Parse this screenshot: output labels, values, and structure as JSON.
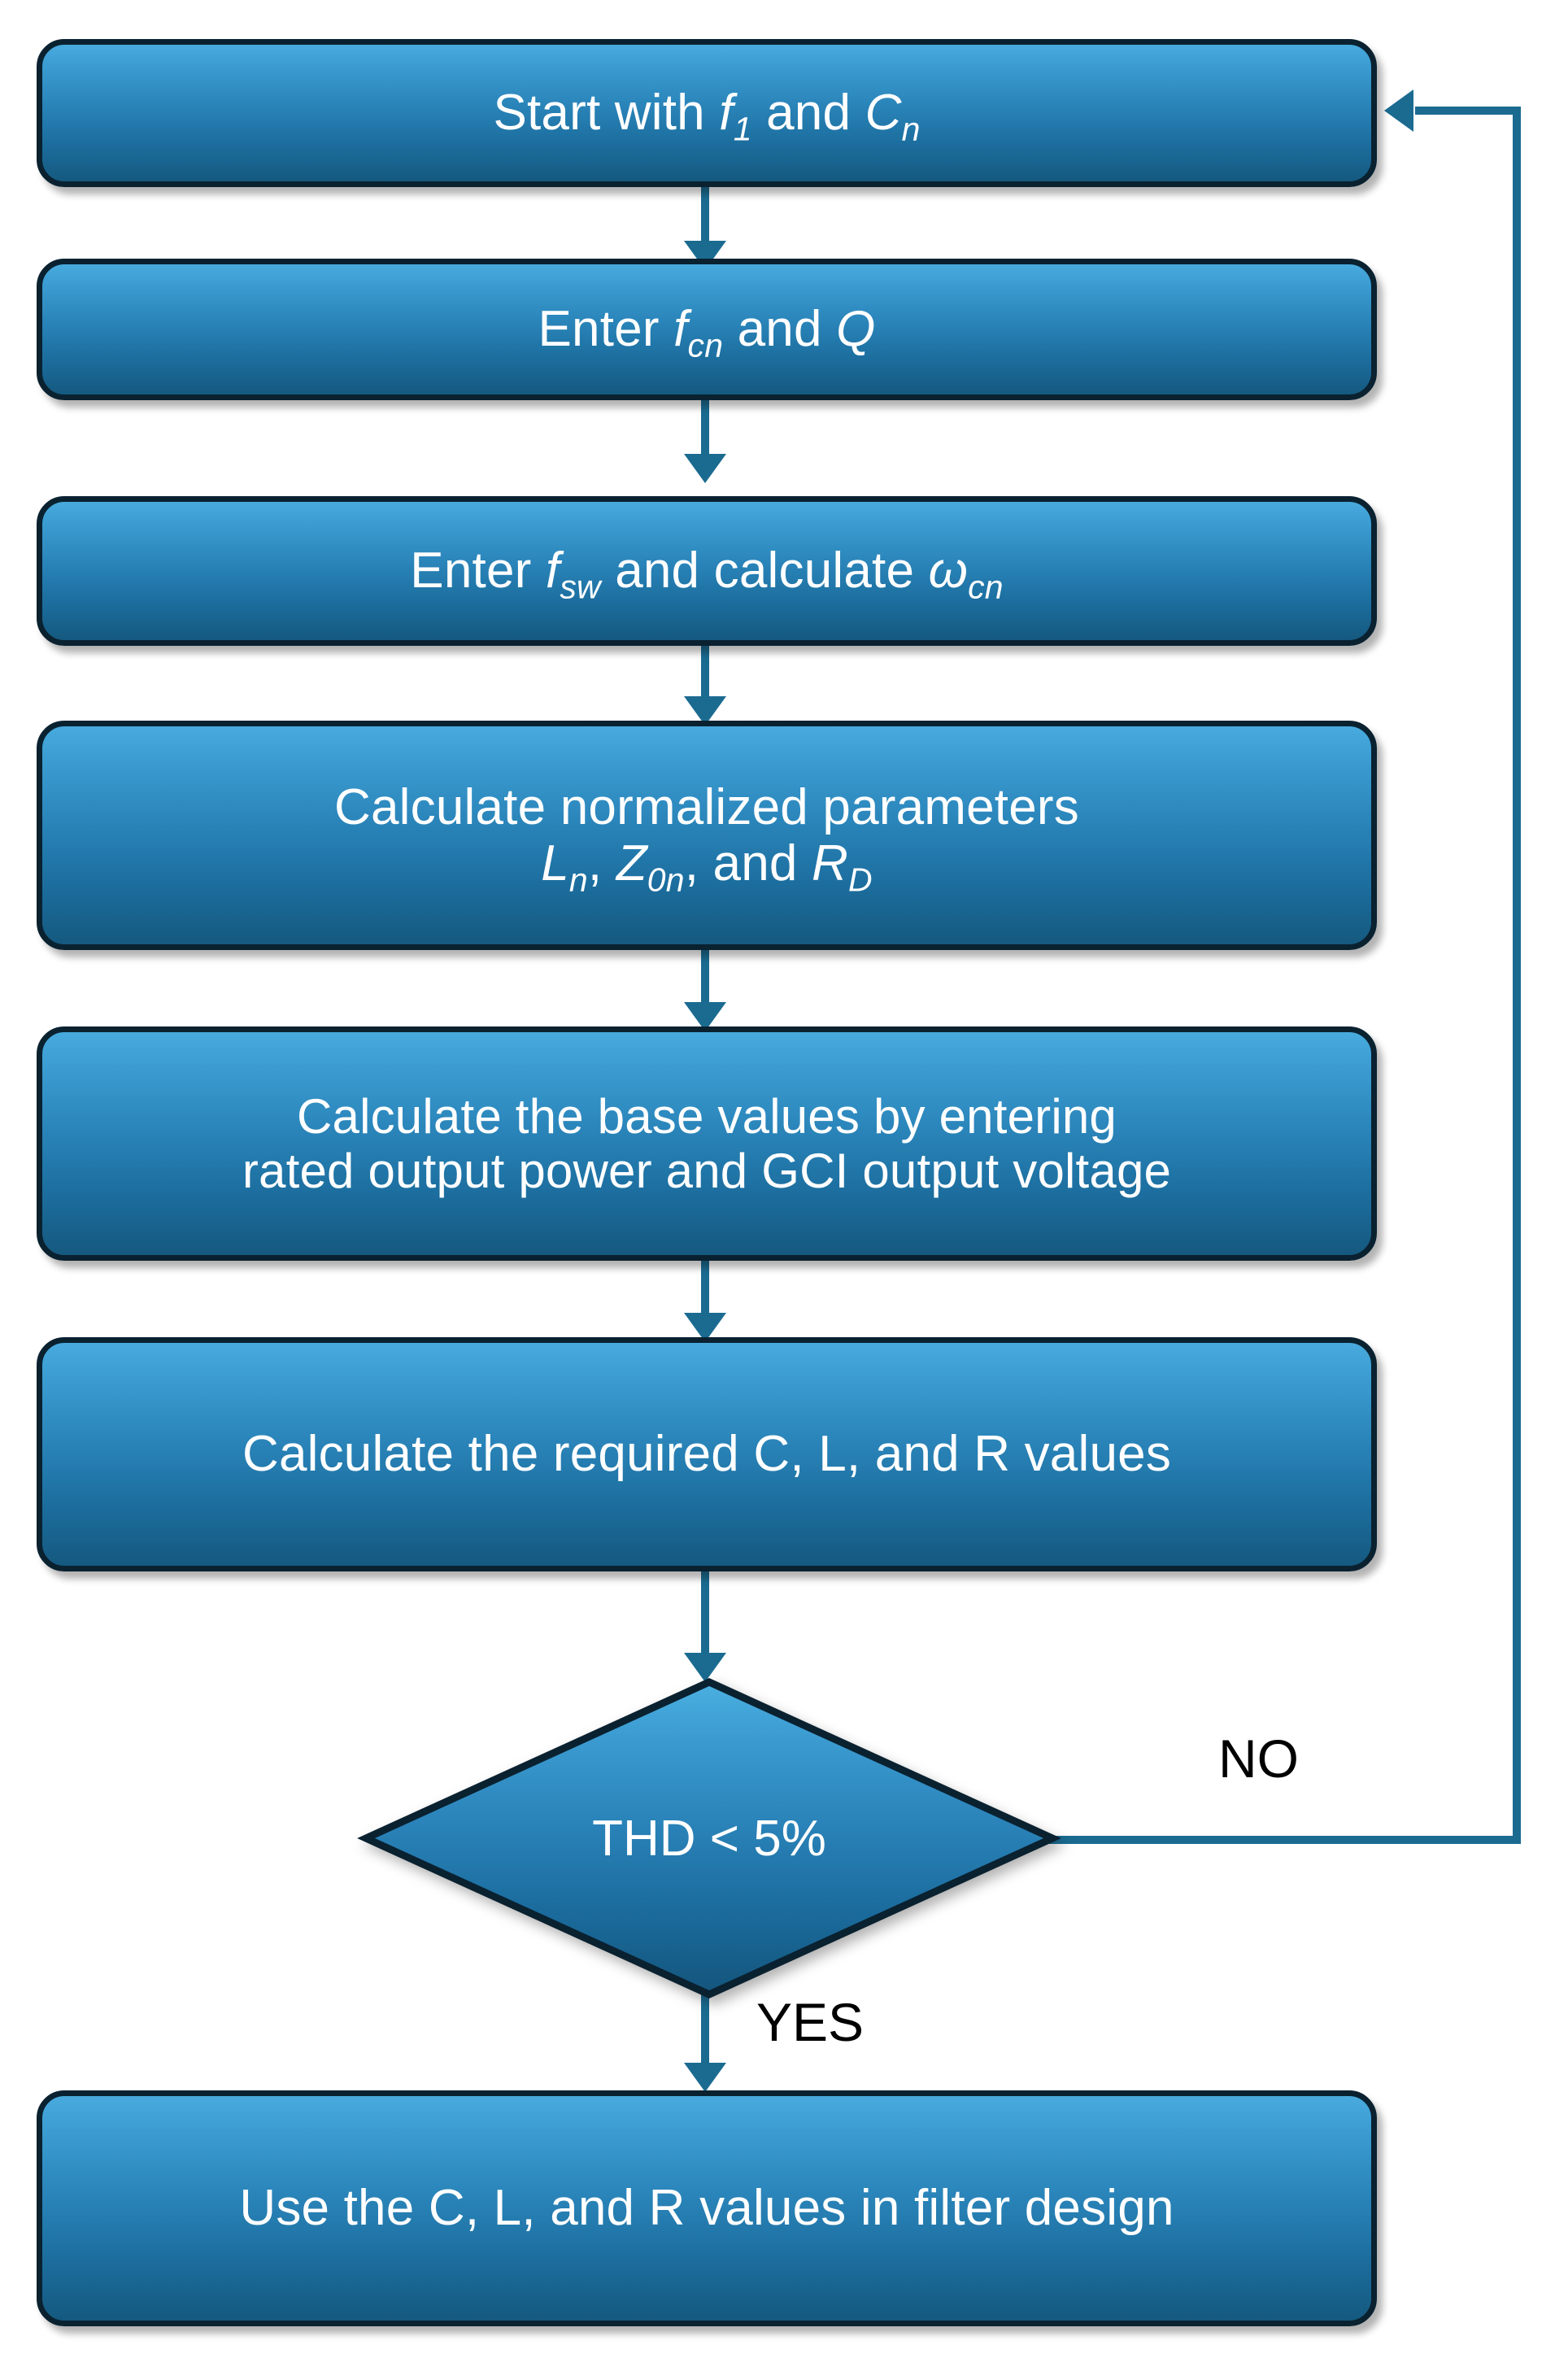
{
  "diagram": {
    "title": "LCL filter design procedure flowchart",
    "type": "flowchart",
    "orientation": "top-to-bottom",
    "colors": {
      "node_fill_top": "#48aadd",
      "node_fill_bottom": "#15597f",
      "node_border": "#0a2130",
      "connector": "#1b6b91",
      "node_text": "#ffffff",
      "edge_label_text": "#000000",
      "background": "#ffffff"
    }
  },
  "nodes": [
    {
      "id": "start",
      "shape": "rounded-rect",
      "lines": [
        {
          "parts": [
            {
              "text": "Start with ",
              "style": "normal"
            },
            {
              "text": "f",
              "style": "italic"
            },
            {
              "text": "1",
              "style": "subscript"
            },
            {
              "text": " and ",
              "style": "normal"
            },
            {
              "text": "C",
              "style": "italic"
            },
            {
              "text": "n",
              "style": "subscript"
            }
          ]
        }
      ],
      "plain_text": "Start with f1 and Cn"
    },
    {
      "id": "enter-fcn-q",
      "shape": "rounded-rect",
      "lines": [
        {
          "parts": [
            {
              "text": "Enter ",
              "style": "normal"
            },
            {
              "text": "f",
              "style": "italic"
            },
            {
              "text": "cn",
              "style": "subscript"
            },
            {
              "text": " and ",
              "style": "normal"
            },
            {
              "text": "Q",
              "style": "italic"
            }
          ]
        }
      ],
      "plain_text": "Enter fcn and Q"
    },
    {
      "id": "enter-fsw",
      "shape": "rounded-rect",
      "lines": [
        {
          "parts": [
            {
              "text": "Enter ",
              "style": "normal"
            },
            {
              "text": "f",
              "style": "italic"
            },
            {
              "text": "sw",
              "style": "subscript"
            },
            {
              "text": " and calculate ",
              "style": "normal"
            },
            {
              "text": "ω",
              "style": "italic"
            },
            {
              "text": "cn",
              "style": "subscript"
            }
          ]
        }
      ],
      "plain_text": "Enter fsw and calculate ωcn"
    },
    {
      "id": "normalized-params",
      "shape": "rounded-rect",
      "lines": [
        {
          "parts": [
            {
              "text": "Calculate normalized parameters",
              "style": "normal"
            }
          ]
        },
        {
          "parts": [
            {
              "text": "L",
              "style": "italic"
            },
            {
              "text": "n",
              "style": "subscript"
            },
            {
              "text": ", ",
              "style": "normal"
            },
            {
              "text": "Z",
              "style": "italic"
            },
            {
              "text": "0n",
              "style": "subscript"
            },
            {
              "text": ", and ",
              "style": "normal"
            },
            {
              "text": "R",
              "style": "italic"
            },
            {
              "text": "D",
              "style": "subscript"
            }
          ]
        }
      ],
      "plain_text": "Calculate normalized parameters Ln, Z0n, and RD"
    },
    {
      "id": "base-values",
      "shape": "rounded-rect",
      "lines": [
        {
          "parts": [
            {
              "text": "Calculate the base values by entering",
              "style": "normal"
            }
          ]
        },
        {
          "parts": [
            {
              "text": "rated output power and GCI output voltage",
              "style": "normal"
            }
          ]
        }
      ],
      "plain_text": "Calculate the base values by entering rated output power and GCI output voltage"
    },
    {
      "id": "required-clr",
      "shape": "rounded-rect",
      "lines": [
        {
          "parts": [
            {
              "text": "Calculate the required C, L, and R values",
              "style": "normal"
            }
          ]
        }
      ],
      "plain_text": "Calculate the required C, L, and R values"
    },
    {
      "id": "thd-decision",
      "shape": "diamond",
      "lines": [
        {
          "parts": [
            {
              "text": "THD < 5%",
              "style": "normal"
            }
          ]
        }
      ],
      "plain_text": "THD < 5%"
    },
    {
      "id": "use-values",
      "shape": "rounded-rect",
      "lines": [
        {
          "parts": [
            {
              "text": "Use the C, L, and R values in filter design",
              "style": "normal"
            }
          ]
        }
      ],
      "plain_text": "Use the C, L, and R values in filter design"
    }
  ],
  "edges": [
    {
      "id": "e1",
      "from": "start",
      "to": "enter-fcn-q",
      "label": ""
    },
    {
      "id": "e2",
      "from": "enter-fcn-q",
      "to": "enter-fsw",
      "label": ""
    },
    {
      "id": "e3",
      "from": "enter-fsw",
      "to": "normalized-params",
      "label": ""
    },
    {
      "id": "e4",
      "from": "normalized-params",
      "to": "base-values",
      "label": ""
    },
    {
      "id": "e5",
      "from": "base-values",
      "to": "required-clr",
      "label": ""
    },
    {
      "id": "e6",
      "from": "required-clr",
      "to": "thd-decision",
      "label": ""
    },
    {
      "id": "e7",
      "from": "thd-decision",
      "to": "use-values",
      "label": "YES"
    },
    {
      "id": "e8",
      "from": "thd-decision",
      "to": "start",
      "label": "NO"
    }
  ],
  "edge_labels": {
    "no": "NO",
    "yes": "YES"
  }
}
